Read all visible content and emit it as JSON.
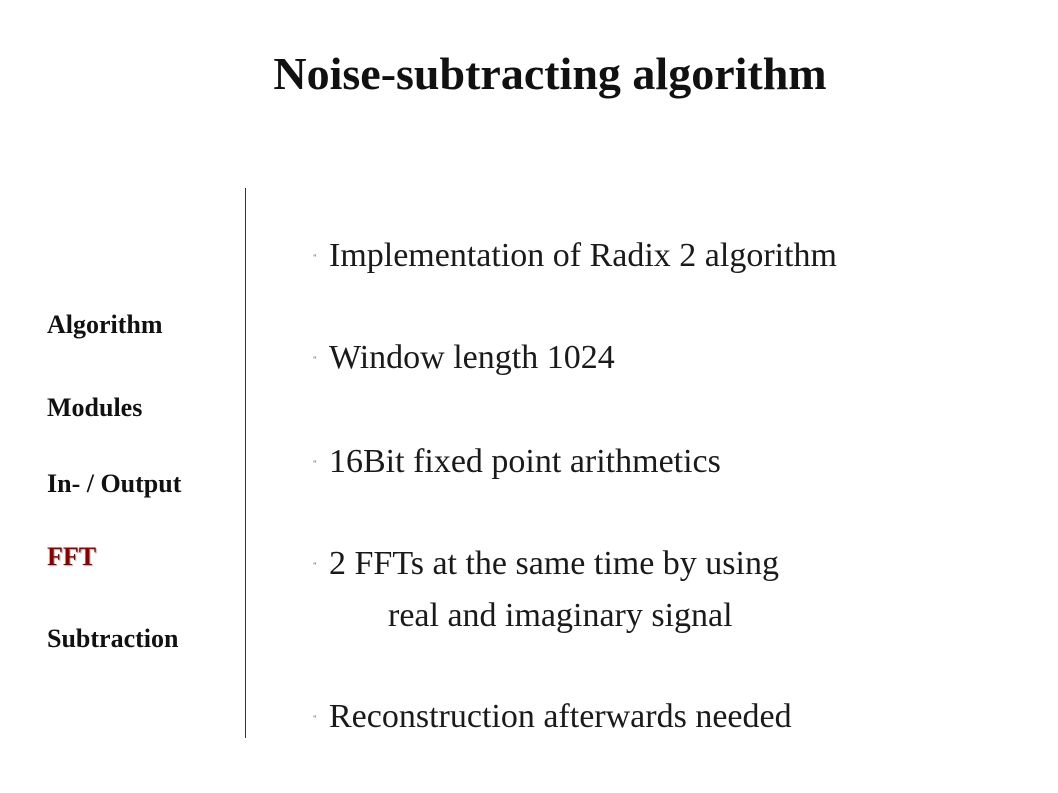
{
  "slide": {
    "title": "Noise-subtracting algorithm"
  },
  "nav": {
    "items": [
      {
        "label": "Algorithm"
      },
      {
        "label": "Modules"
      },
      {
        "label": "In- / Output"
      },
      {
        "label": "FFT"
      },
      {
        "label": "Subtraction"
      }
    ],
    "active": "FFT",
    "active_color": "#8b0000"
  },
  "content": {
    "bullet_glyph": "\"",
    "bullets": [
      {
        "text": "Implementation of Radix 2 algorithm"
      },
      {
        "text": "Window length 1024"
      },
      {
        "text": "16Bit fixed point arithmetics"
      },
      {
        "text": "2 FFTs at the same time by using",
        "continuation": "real and imaginary signal"
      },
      {
        "text": "Reconstruction afterwards needed"
      }
    ]
  }
}
